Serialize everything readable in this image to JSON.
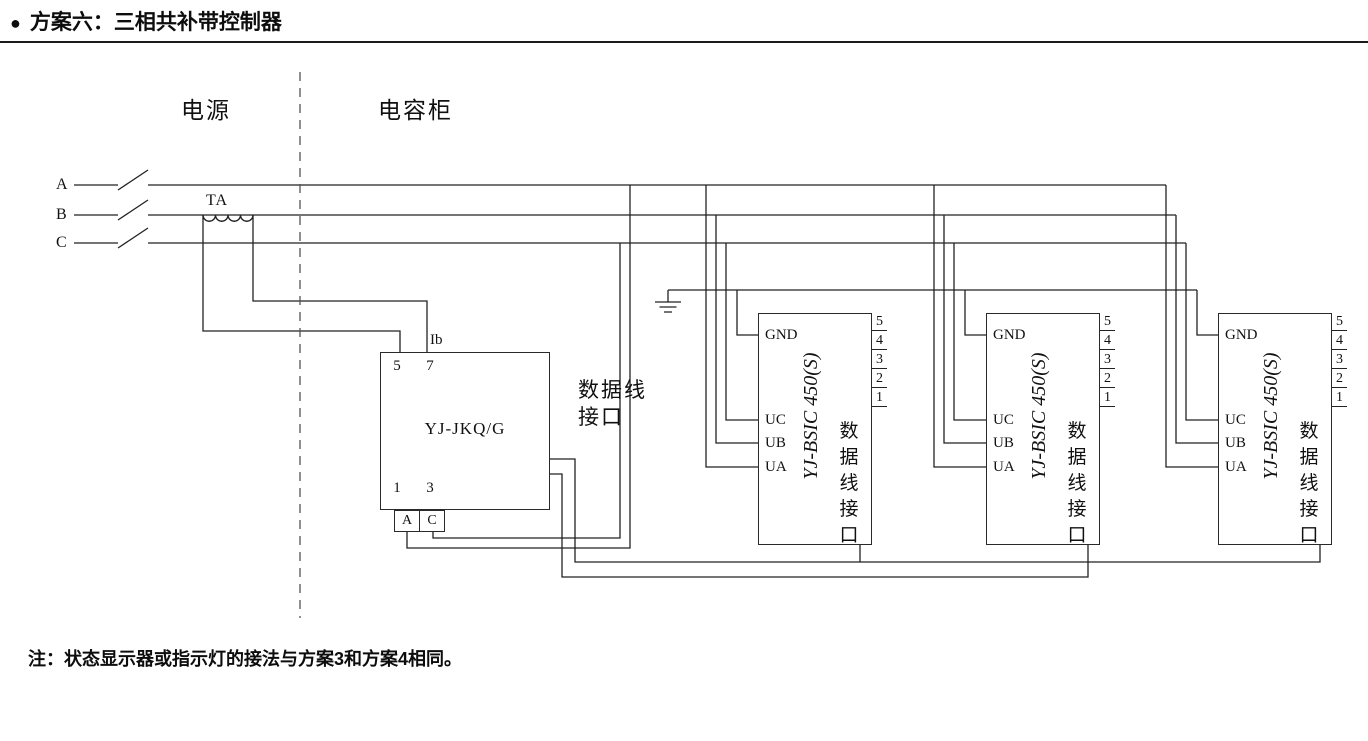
{
  "title": {
    "bullet": "●",
    "text": "方案六：三相共补带控制器"
  },
  "zones": {
    "power": "电源",
    "capacitor_cabinet": "电容柜"
  },
  "phase_labels": [
    "A",
    "B",
    "C"
  ],
  "current_transformer": {
    "label": "TA",
    "secondary_label": "Ib"
  },
  "controller": {
    "name": "YJ-JKQ/G",
    "top_terminals": [
      "5",
      "7"
    ],
    "bottom_terminals": [
      "1",
      "3"
    ],
    "supply_terminals": [
      "A",
      "C"
    ],
    "data_port_line1": "数据线",
    "data_port_line2": "接口"
  },
  "modules": [
    {
      "name": "YJ-BSIC 450(S)",
      "gnd_label": "GND",
      "voltage_labels": [
        "UC",
        "UB",
        "UA"
      ],
      "data_port_label": "数据线接口",
      "terminal_numbers": [
        "5",
        "4",
        "3",
        "2",
        "1"
      ]
    },
    {
      "name": "YJ-BSIC 450(S)",
      "gnd_label": "GND",
      "voltage_labels": [
        "UC",
        "UB",
        "UA"
      ],
      "data_port_label": "数据线接口",
      "terminal_numbers": [
        "5",
        "4",
        "3",
        "2",
        "1"
      ]
    },
    {
      "name": "YJ-BSIC 450(S)",
      "gnd_label": "GND",
      "voltage_labels": [
        "UC",
        "UB",
        "UA"
      ],
      "data_port_label": "数据线接口",
      "terminal_numbers": [
        "5",
        "4",
        "3",
        "2",
        "1"
      ]
    }
  ],
  "note": "注：状态显示器或指示灯的接法与方案3和方案4相同。",
  "colors": {
    "wire": "#222222",
    "text": "#111111",
    "dashed_divider": "#555555",
    "background": "#ffffff"
  }
}
